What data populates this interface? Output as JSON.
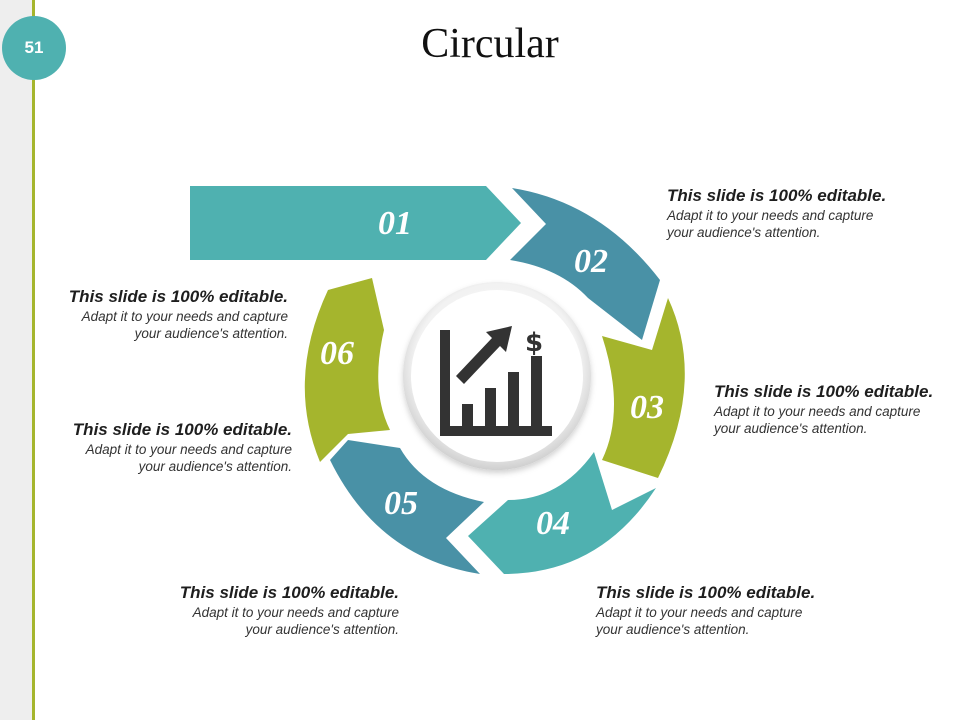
{
  "slide": {
    "page_number": "51",
    "title": "Circular"
  },
  "colors": {
    "teal": "#4fb1b0",
    "blue_teal": "#4991a6",
    "olive": "#a5b52d",
    "icon_dark": "#333333"
  },
  "center_icon": "chart-growth-dollar-icon",
  "steps": [
    {
      "number": "01",
      "color": "#4fb1b0"
    },
    {
      "number": "02",
      "color": "#4991a6"
    },
    {
      "number": "03",
      "color": "#a5b52d"
    },
    {
      "number": "04",
      "color": "#4fb1b0"
    },
    {
      "number": "05",
      "color": "#4991a6"
    },
    {
      "number": "06",
      "color": "#a5b52d"
    }
  ],
  "callouts": [
    {
      "heading": "This slide is 100% editable.",
      "body_line1": "Adapt it to your needs and capture",
      "body_line2": "your audience's attention."
    },
    {
      "heading": "This slide is 100% editable.",
      "body_line1": "Adapt it to your needs and capture",
      "body_line2": "your audience's attention."
    },
    {
      "heading": "This slide is 100% editable.",
      "body_line1": "Adapt it to your needs and capture",
      "body_line2": "your audience's attention."
    },
    {
      "heading": "This slide is 100% editable.",
      "body_line1": "Adapt it to your needs and capture",
      "body_line2": "your audience's attention."
    },
    {
      "heading": "This slide is 100% editable.",
      "body_line1": "Adapt it to your needs and capture",
      "body_line2": "your audience's attention."
    },
    {
      "heading": "This slide is 100% editable.",
      "body_line1": "Adapt it to your needs and capture",
      "body_line2": "your audience's attention."
    }
  ]
}
